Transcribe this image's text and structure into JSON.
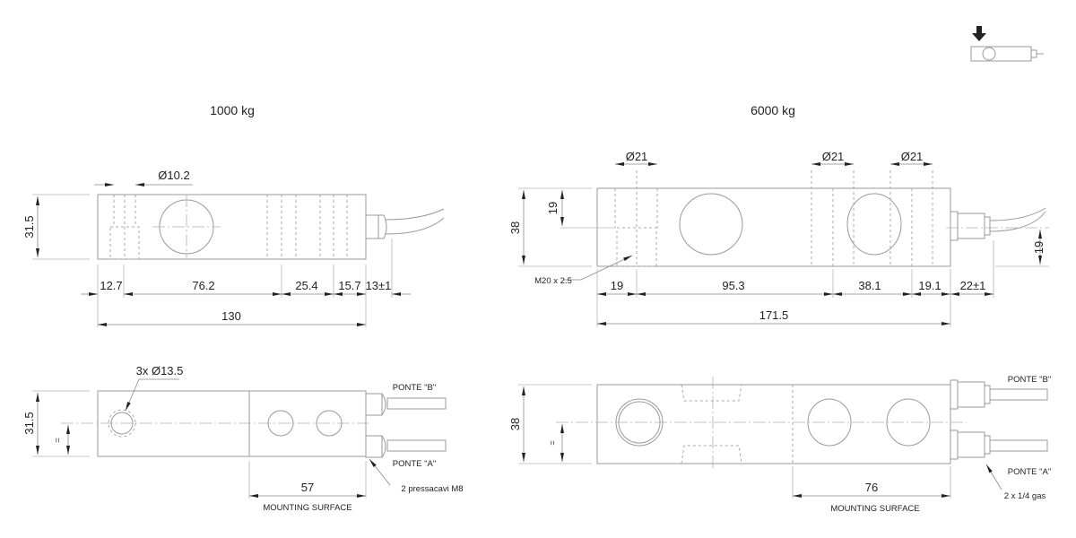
{
  "icon": {
    "name": "load-direction-arrow-icon"
  },
  "left": {
    "title": "1000 kg",
    "top": {
      "height": "31.5",
      "hole_dia": "Ø10.2",
      "d1": "12.7",
      "d2": "76.2",
      "d3": "25.4",
      "d4": "15.7",
      "d5": "13±1",
      "total": "130"
    },
    "bottom": {
      "height": "31.5",
      "eq": "=",
      "holes": "3x Ø13.5",
      "bridge_b": "PONTE \"B\"",
      "bridge_a": "PONTE \"A\"",
      "glands": "2 pressacavi M8",
      "mount": "57",
      "mount_label": "MOUNTING SURFACE"
    }
  },
  "right": {
    "title": "6000 kg",
    "top": {
      "hole1": "Ø21",
      "hole2": "Ø21",
      "hole3": "Ø21",
      "height": "38",
      "half": "19",
      "cable_h": "19",
      "thread": "M20 x 2.5",
      "d1": "19",
      "d2": "95.3",
      "d3": "38.1",
      "d4": "19.1",
      "d5": "22±1",
      "total": "171.5"
    },
    "bottom": {
      "height": "38",
      "eq": "=",
      "bridge_b": "PONTE \"B\"",
      "bridge_a": "PONTE \"A\"",
      "glands": "2 x 1/4 gas",
      "mount": "76",
      "mount_label": "MOUNTING SURFACE"
    }
  }
}
